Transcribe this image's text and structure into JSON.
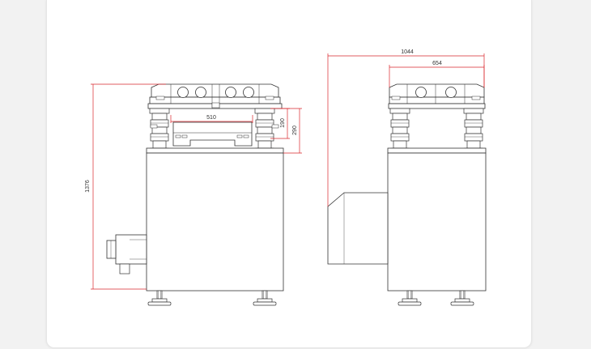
{
  "drawing": {
    "front_view": {
      "overall_height_label": "1376",
      "table_width_label": "510",
      "isolator_height_label": "190",
      "top_height_label": "290"
    },
    "side_view": {
      "overall_depth_label": "1044",
      "table_depth_label": "654"
    }
  },
  "colors": {
    "dimension_line": "#d9262c",
    "drawing_line": "#333333",
    "panel_bg": "#ffffff",
    "page_bg": "#f2f2f2"
  }
}
